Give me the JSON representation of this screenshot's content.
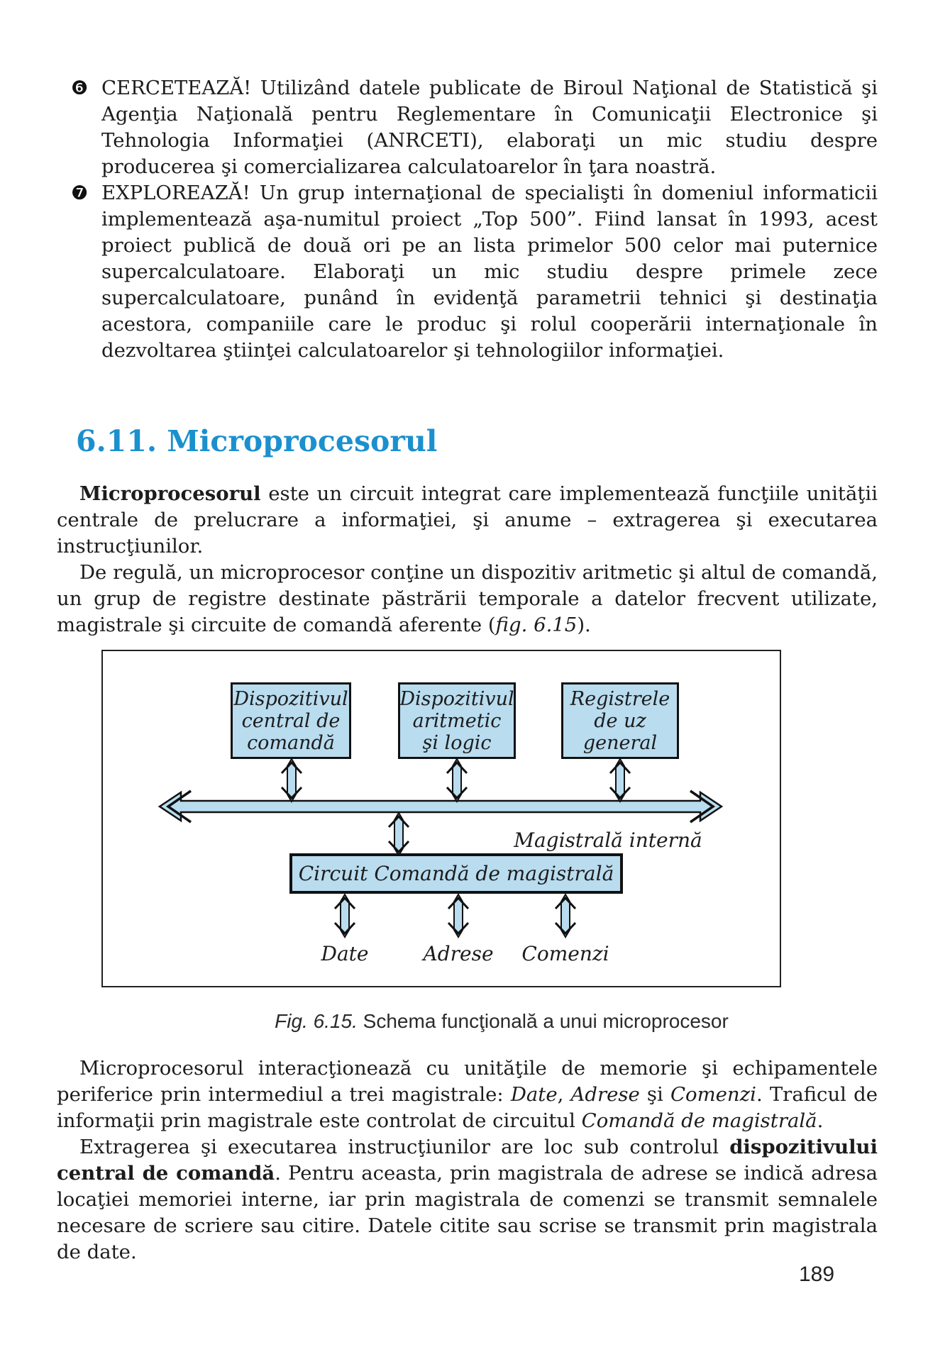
{
  "theme": {
    "heading_color": "#1b90ce",
    "diagram_box_fill": "#b9dcef",
    "diagram_box_border": "#111111",
    "frame_border": "#222222",
    "text_color": "#1c1c1c"
  },
  "tasks": [
    {
      "bullet": "❻",
      "text": "CERCETEAZĂ! Utilizând datele publicate de Biroul Naţional de Statistică şi Agenţia Naţională pentru Reglementare în Comunicaţii Electronice şi Tehnologia Informaţiei (ANRCETI), elaboraţi un mic studiu despre producerea şi comercializarea calculatoarelor în ţara noastră."
    },
    {
      "bullet": "❼",
      "text": "EXPLOREAZĂ! Un grup internaţional de specialişti în domeniul informaticii implementează aşa-numitul proiect „Top 500”. Fiind lansat în 1993, acest proiect publică de două ori pe an lista primelor 500 celor mai puternice supercalculatoare. Elaboraţi un mic studiu despre primele zece supercalculatoare, punând în evidenţă parametrii tehnici şi destinaţia acestora, companiile care le produc şi rolul cooperării internaţionale în dezvoltarea ştiinţei calculatoarelor şi tehnologiilor informaţiei."
    }
  ],
  "section": {
    "heading": "6.11. Microprocesorul"
  },
  "intro_paragraphs": [
    {
      "segments": [
        {
          "text": "Microprocesorul",
          "style": "bold"
        },
        {
          "text": " este un circuit integrat care implementează funcţiile unităţii centrale de prelucrare a informaţiei, şi anume – extragerea şi executarea instrucţiunilor."
        }
      ]
    },
    {
      "segments": [
        {
          "text": "De regulă, un microprocesor conţine un dispozitiv aritmetic şi altul de comandă, un grup de registre destinate păstrării temporale a datelor frecvent utilizate, magistrale şi circuite de comandă aferente ("
        },
        {
          "text": "fig. 6.15",
          "style": "italic"
        },
        {
          "text": ")."
        }
      ]
    }
  ],
  "figure": {
    "boxes": [
      {
        "label": "Dispozitivul\ncentral de\ncomandă"
      },
      {
        "label": "Dispozitivul\naritmetic\nşi logic"
      },
      {
        "label": "Registrele\nde uz\ngeneral"
      }
    ],
    "bus_label": "Magistrală internă",
    "circuit_label": "Circuit Comandă de magistrală",
    "outputs": [
      "Date",
      "Adrese",
      "Comenzi"
    ],
    "caption_segments": [
      {
        "text": "Fig. 6.15.",
        "style": "italic"
      },
      {
        "text": " Schema funcţională a unui microprocesor"
      }
    ]
  },
  "body_paragraphs": [
    {
      "segments": [
        {
          "text": "Microprocesorul interacţionează cu unităţile de memorie şi echipamentele periferice prin intermediul a trei magistrale: "
        },
        {
          "text": "Date",
          "style": "italic"
        },
        {
          "text": ", "
        },
        {
          "text": "Adrese",
          "style": "italic"
        },
        {
          "text": " şi "
        },
        {
          "text": "Comenzi",
          "style": "italic"
        },
        {
          "text": ". Traficul de informaţii prin magistrale este controlat de circuitul "
        },
        {
          "text": "Comandă de magistrală",
          "style": "italic"
        },
        {
          "text": "."
        }
      ]
    },
    {
      "segments": [
        {
          "text": "Extragerea şi executarea instrucţiunilor are loc sub controlul "
        },
        {
          "text": "dispozitivului central de comandă",
          "style": "bold"
        },
        {
          "text": ". Pentru aceasta, prin magistrala de adrese se indică adresa locaţiei memoriei interne, iar prin magistrala de comenzi se transmit semnalele necesare de scriere sau citire. Datele citite sau scrise se transmit prin magistrala de date."
        }
      ]
    }
  ],
  "page_number": "189"
}
